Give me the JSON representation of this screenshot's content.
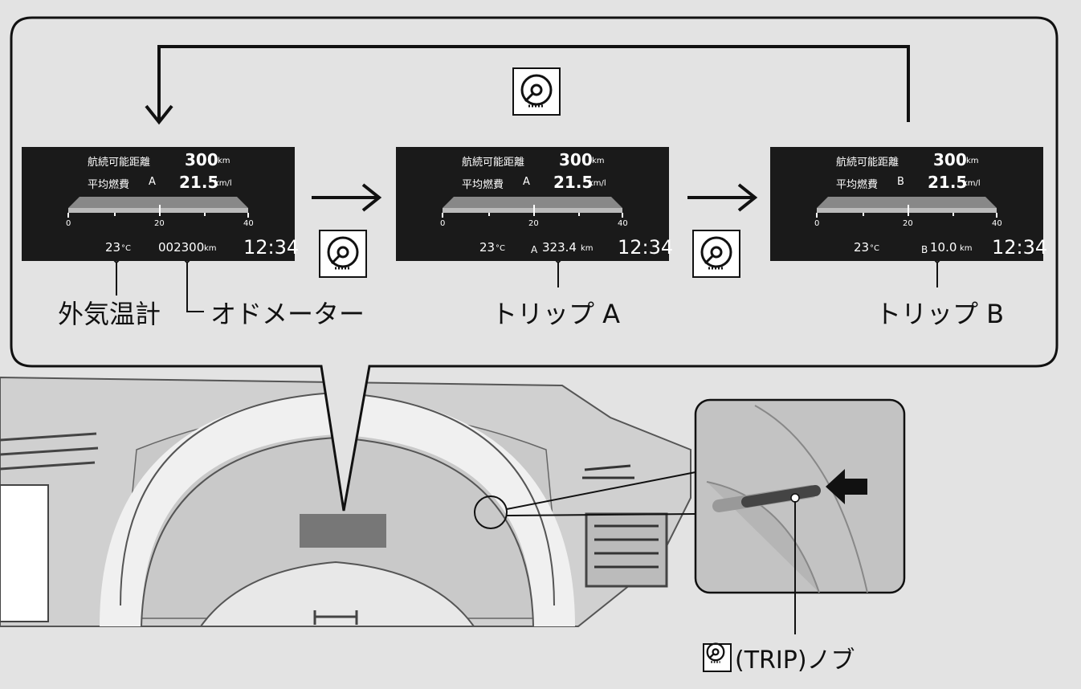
{
  "panels": [
    {
      "range_label": "航続可能距離",
      "range_value": "300",
      "range_unit": "km",
      "fuel_label": "平均燃費",
      "fuel_trip": "A",
      "fuel_value": "21.5",
      "fuel_unit": "km/l",
      "scale_ticks": [
        "0",
        "20",
        "40"
      ],
      "temp_value": "23",
      "temp_unit": "°C",
      "meter_prefix": "",
      "meter_value": "002300",
      "meter_unit": "km",
      "clock": "12:34"
    },
    {
      "range_label": "航続可能距離",
      "range_value": "300",
      "range_unit": "km",
      "fuel_label": "平均燃費",
      "fuel_trip": "A",
      "fuel_value": "21.5",
      "fuel_unit": "km/l",
      "scale_ticks": [
        "0",
        "20",
        "40"
      ],
      "temp_value": "23",
      "temp_unit": "°C",
      "meter_prefix": "A",
      "meter_value": "323.4",
      "meter_unit": "km",
      "clock": "12:34"
    },
    {
      "range_label": "航続可能距離",
      "range_value": "300",
      "range_unit": "km",
      "fuel_label": "平均燃費",
      "fuel_trip": "B",
      "fuel_value": "21.5",
      "fuel_unit": "km/l",
      "scale_ticks": [
        "0",
        "20",
        "40"
      ],
      "temp_value": "23",
      "temp_unit": "°C",
      "meter_prefix": "B",
      "meter_value": "10.0",
      "meter_unit": "km",
      "clock": "12:34"
    }
  ],
  "captions": {
    "outside_temp": "外気温計",
    "odometer": "オドメーター",
    "trip_a": "トリップ A",
    "trip_b": "トリップ B"
  },
  "knob": {
    "icon": "trip-knob-icon",
    "label": "(TRIP)ノブ"
  }
}
